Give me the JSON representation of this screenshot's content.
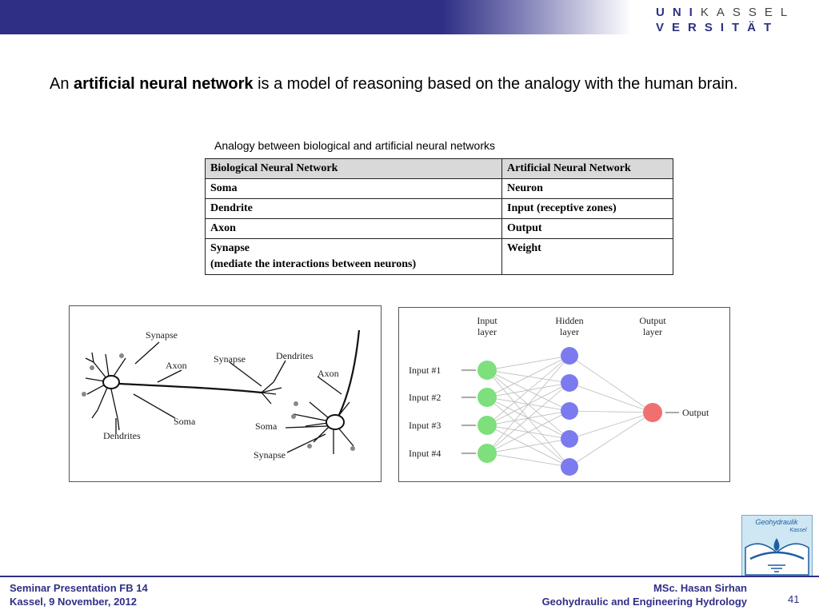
{
  "logo": {
    "line1_acc": "UNI",
    "line1_rest": "KASSEL",
    "line2": "VERSITÄT"
  },
  "intro": {
    "prefix": "An ",
    "bold": "artificial neural network",
    "suffix": " is a model of reasoning based on the analogy with the human brain."
  },
  "table": {
    "caption": "Analogy between biological and artificial neural networks",
    "headers": [
      "Biological Neural Network",
      "Artificial Neural Network"
    ],
    "rows": [
      [
        "Soma",
        "Neuron"
      ],
      [
        "Dendrite",
        "Input (receptive zones)"
      ],
      [
        "Axon",
        "Output"
      ],
      [
        "Synapse",
        "Weight"
      ]
    ],
    "synapse_note": "(mediate the interactions between neurons)"
  },
  "bio_figure": {
    "labels": {
      "synapse_top": "Synapse",
      "axon_left": "Axon",
      "synapse_mid": "Synapse",
      "dendrites_mid": "Dendrites",
      "axon_right": "Axon",
      "soma_left": "Soma",
      "dendrites_left": "Dendrites",
      "soma_right": "Soma",
      "synapse_bottom": "Synapse"
    }
  },
  "ann_figure": {
    "input_layer": "Input\nlayer",
    "input_layer_l1": "Input",
    "input_layer_l2": "layer",
    "hidden_layer_l1": "Hidden",
    "hidden_layer_l2": "layer",
    "output_layer_l1": "Output",
    "output_layer_l2": "layer",
    "inputs": [
      "Input #1",
      "Input #2",
      "Input #3",
      "Input #4"
    ],
    "output": "Output",
    "colors": {
      "input": "#7de07d",
      "hidden": "#7b7bef",
      "output": "#f07070"
    }
  },
  "footer": {
    "left_line1": "Seminar Presentation FB 14",
    "left_line2": "Kassel, 9 November, 2012",
    "right_line1": "MSc. Hasan Sirhan",
    "right_line2": "Geohydraulic and Engineering Hydrology",
    "page": "41"
  },
  "geo_logo": {
    "text1": "Geohydraulik",
    "text2": "Kassel"
  }
}
